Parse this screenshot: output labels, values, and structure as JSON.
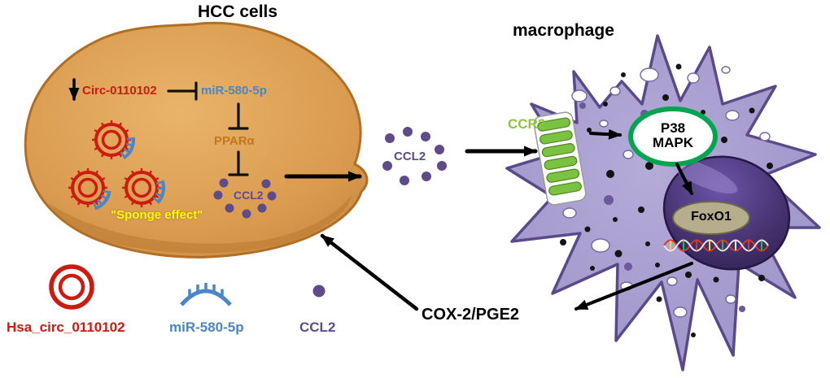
{
  "titles": {
    "hcc": "HCC cells",
    "macrophage": "macrophage"
  },
  "hcc_cell": {
    "circ": "Circ-0110102",
    "mir": "miR-580-5p",
    "ppara": "PPARα",
    "ccl2": "CCL2",
    "sponge": "\"Sponge effect\""
  },
  "signal": {
    "ccl2_mid": "CCL2",
    "cox": "COX-2/PGE2"
  },
  "macrophage": {
    "ccr2": "CCR2",
    "p38_line1": "P38",
    "p38_line2": "MAPK",
    "foxo1": "FoxO1"
  },
  "legend": {
    "circ": "Hsa_circ_0110102",
    "mir": "miR-580-5p",
    "ccl2": "CCL2"
  },
  "colors": {
    "circ_red": "#cf1a10",
    "mir_blue": "#4a86c8",
    "ccl2_purple": "#5e4b8b",
    "ppara_orange": "#c1761f",
    "sponge_yellow": "#ffff00",
    "ccr2_green": "#8cc63e",
    "p38_border_green": "#00a550",
    "hcc_cell_orange": "#d99a4f",
    "macrophage_purple": "#a198cb",
    "nucleus_purple": "#3a2a66",
    "foxo1_olive": "#b5ad8b"
  }
}
